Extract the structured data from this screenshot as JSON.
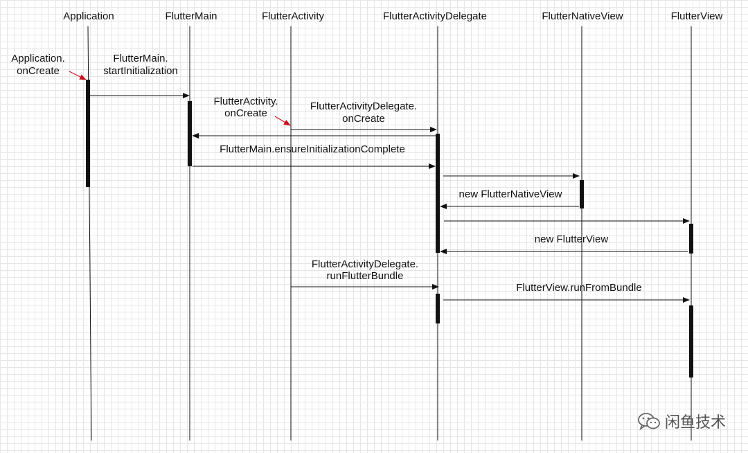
{
  "participants": [
    {
      "id": "app",
      "label": "Application"
    },
    {
      "id": "main",
      "label": "FlutterMain"
    },
    {
      "id": "act",
      "label": "FlutterActivity"
    },
    {
      "id": "del",
      "label": "FlutterActivityDelegate"
    },
    {
      "id": "native",
      "label": "FlutterNativeView"
    },
    {
      "id": "view",
      "label": "FlutterView"
    }
  ],
  "messages": [
    {
      "from": "app",
      "to": "main",
      "lines": [
        "FlutterMain.",
        "startInitialization"
      ]
    },
    {
      "from": "act",
      "to": "del",
      "lines": [
        "FlutterActivityDelegate.",
        "onCreate"
      ]
    },
    {
      "from": "del",
      "to": "main",
      "lines": [
        "FlutterMain.ensureInitializationComplete"
      ]
    },
    {
      "from": "main",
      "to": "del",
      "lines": []
    },
    {
      "from": "del",
      "to": "native",
      "lines": []
    },
    {
      "from": "native",
      "to": "del",
      "lines": [
        "new FlutterNativeView"
      ]
    },
    {
      "from": "del",
      "to": "view",
      "lines": []
    },
    {
      "from": "view",
      "to": "del",
      "lines": [
        "new FlutterView"
      ]
    },
    {
      "from": "act",
      "to": "del",
      "lines": [
        "FlutterActivityDelegate.",
        "runFlutterBundle"
      ]
    },
    {
      "from": "del",
      "to": "view",
      "lines": [
        "FlutterView.runFromBundle"
      ]
    }
  ],
  "annotations": [
    {
      "lines": [
        "Application.",
        "onCreate"
      ]
    },
    {
      "lines": [
        "FlutterActivity.",
        "onCreate"
      ]
    }
  ],
  "colors": {
    "line": "#111111",
    "annotation_arrow": "#cc1122",
    "grid": "#e6e6e6"
  },
  "watermark": {
    "text": "闲鱼技术",
    "icon": "wechat-icon"
  }
}
